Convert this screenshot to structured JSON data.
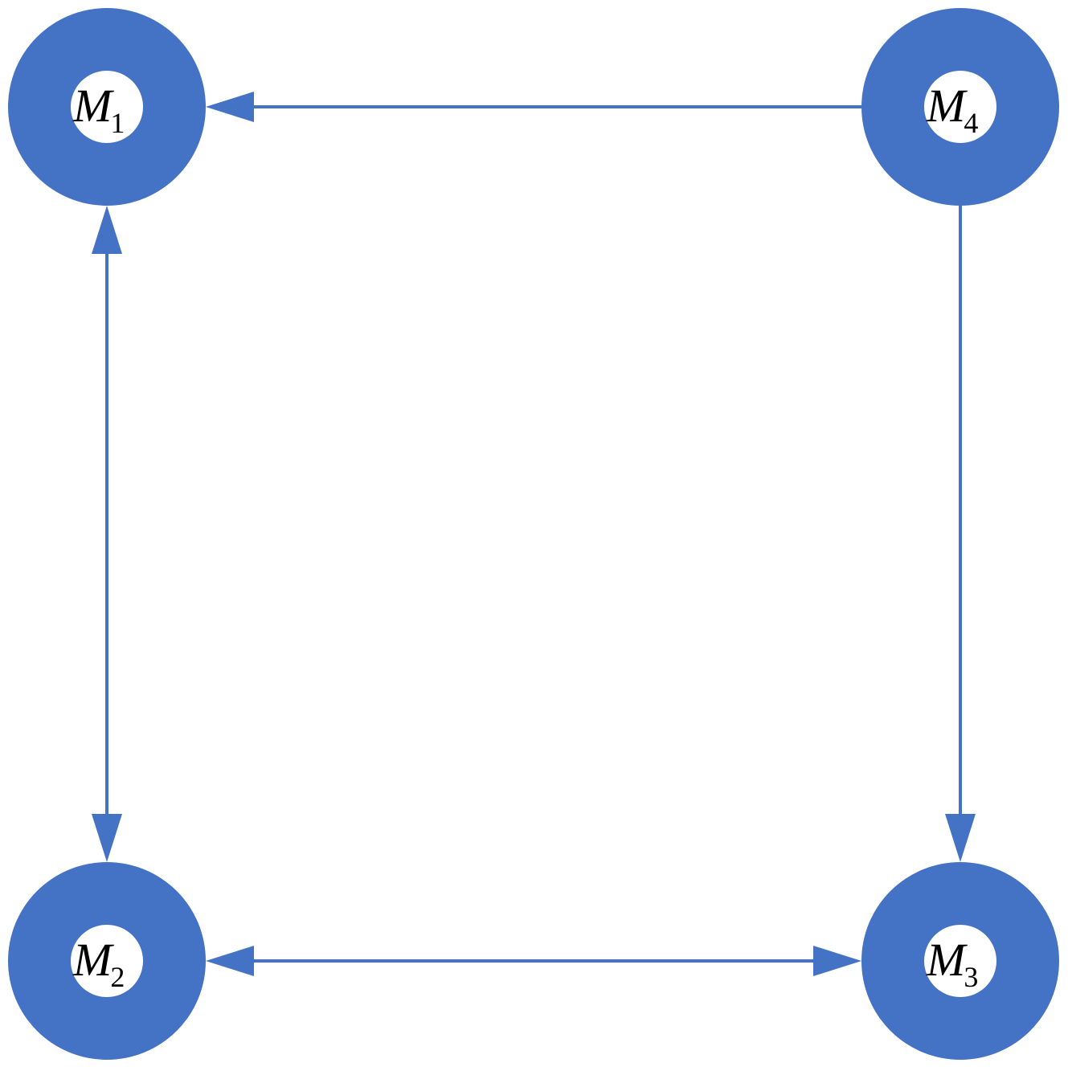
{
  "colors": {
    "node": "#4472C4",
    "edge": "#4472C4",
    "node_center": "#ffffff",
    "label": "#000000"
  },
  "nodes": [
    {
      "id": "M1",
      "letter": "M",
      "sub": "1"
    },
    {
      "id": "M2",
      "letter": "M",
      "sub": "2"
    },
    {
      "id": "M3",
      "letter": "M",
      "sub": "3"
    },
    {
      "id": "M4",
      "letter": "M",
      "sub": "4"
    }
  ],
  "edges": [
    {
      "from": "M4",
      "to": "M1",
      "direction": "forward"
    },
    {
      "from": "M1",
      "to": "M2",
      "direction": "both"
    },
    {
      "from": "M2",
      "to": "M3",
      "direction": "both"
    },
    {
      "from": "M4",
      "to": "M3",
      "direction": "forward"
    }
  ]
}
